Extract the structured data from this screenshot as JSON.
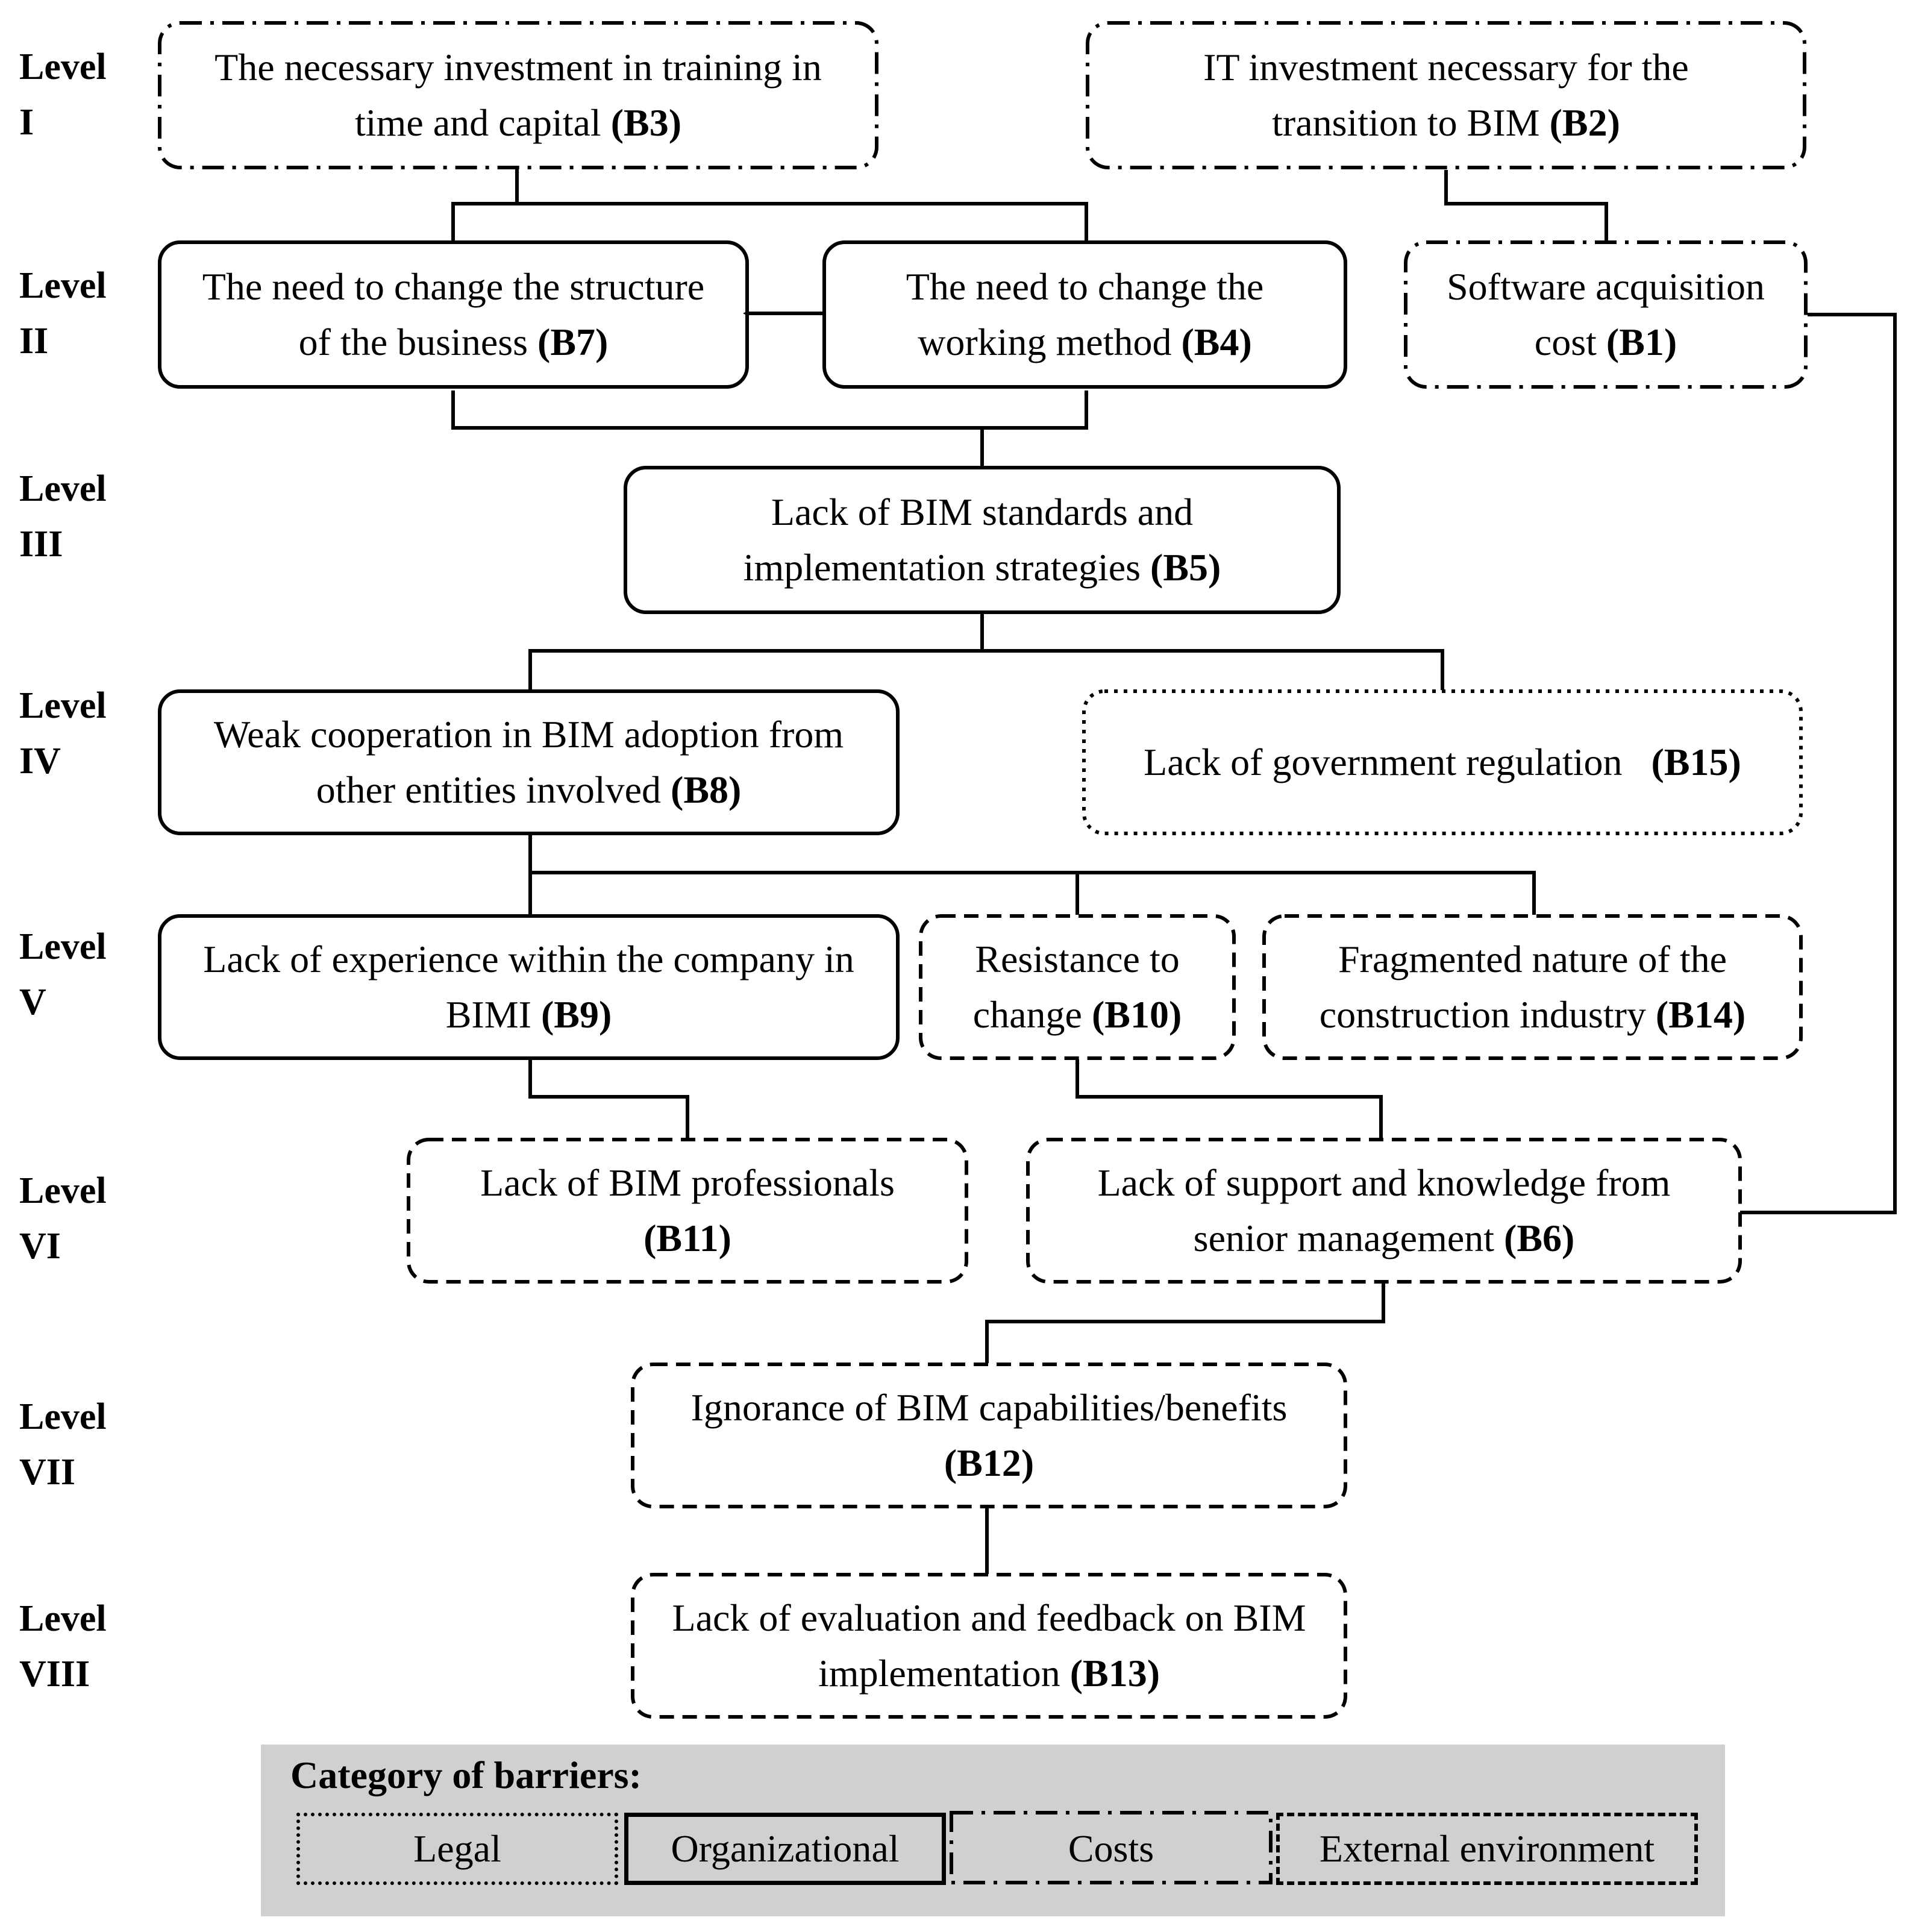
{
  "levels": [
    {
      "word": "Level",
      "numeral": "I"
    },
    {
      "word": "Level",
      "numeral": "II"
    },
    {
      "word": "Level",
      "numeral": "III"
    },
    {
      "word": "Level",
      "numeral": "IV"
    },
    {
      "word": "Level",
      "numeral": "V"
    },
    {
      "word": "Level",
      "numeral": "VI"
    },
    {
      "word": "Level",
      "numeral": "VII"
    },
    {
      "word": "Level",
      "numeral": "VIII"
    }
  ],
  "barriers": {
    "b3": {
      "text": "The necessary investment in training in time and capital",
      "code": "(B3)",
      "category": "Costs"
    },
    "b2": {
      "text": "IT investment necessary for the transition to BIM",
      "code": "(B2)",
      "category": "Costs"
    },
    "b7": {
      "text": "The need to change the structure of the business",
      "code": "(B7)",
      "category": "Organizational"
    },
    "b4": {
      "text": "The need to change the working method",
      "code": "(B4)",
      "category": "Organizational"
    },
    "b1": {
      "text": "Software acquisition cost",
      "code": "(B1)",
      "category": "Costs"
    },
    "b5": {
      "text": "Lack of BIM standards and implementation strategies",
      "code": "(B5)",
      "category": "Organizational"
    },
    "b8": {
      "text": "Weak cooperation in BIM adoption from other entities involved",
      "code": "(B8)",
      "category": "Organizational"
    },
    "b15": {
      "text": "Lack of government regulation",
      "code": "(B15)",
      "category": "Legal"
    },
    "b9": {
      "text": "Lack of experience within the company in BIMI",
      "code": "(B9)",
      "category": "Organizational"
    },
    "b10": {
      "text": "Resistance to change",
      "code": "(B10)",
      "category": "External environment"
    },
    "b14": {
      "text": "Fragmented nature of the construction industry",
      "code": "(B14)",
      "category": "External environment"
    },
    "b11": {
      "text": "Lack of BIM professionals",
      "code": "(B11)",
      "category": "External environment"
    },
    "b6": {
      "text": "Lack of support and knowledge from senior management",
      "code": "(B6)",
      "category": "External environment"
    },
    "b12": {
      "text": "Ignorance of BIM capabilities/benefits",
      "code": "(B12)",
      "category": "External environment"
    },
    "b13": {
      "text": "Lack of evaluation and feedback on BIM implementation",
      "code": "(B13)",
      "category": "External environment"
    }
  },
  "legend": {
    "title": "Category of barriers:",
    "items": [
      {
        "label": "Legal",
        "style": "dotted"
      },
      {
        "label": "Organizational",
        "style": "solid"
      },
      {
        "label": "Costs",
        "style": "dash-dot"
      },
      {
        "label": "External environment",
        "style": "dashed"
      }
    ]
  },
  "colors": {
    "background": "#ffffff",
    "stroke": "#000000",
    "legend_background": "#d0d0d0"
  }
}
